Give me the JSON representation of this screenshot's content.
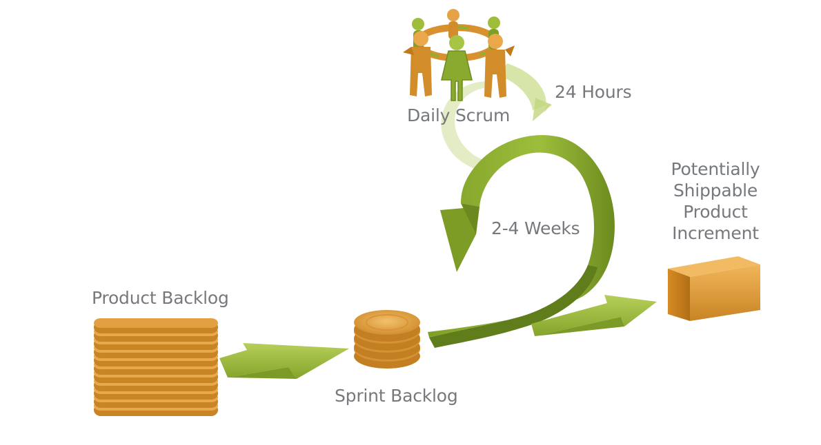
{
  "labels": {
    "daily_scrum": "Daily Scrum",
    "hours": "24 Hours",
    "weeks": "2-4 Weeks",
    "product_backlog": "Product Backlog",
    "sprint_backlog": "Sprint Backlog",
    "increment_lines": [
      "Potentially",
      "Shippable",
      "Product",
      "Increment"
    ]
  },
  "colors": {
    "text": "#75787d",
    "green_light": "#9ab73a",
    "green_dark": "#6a8a22",
    "orange_light": "#e9a94a",
    "orange_dark": "#c07a1c"
  },
  "stacks": {
    "product_backlog_layers": 11,
    "sprint_backlog_layers": 4
  }
}
